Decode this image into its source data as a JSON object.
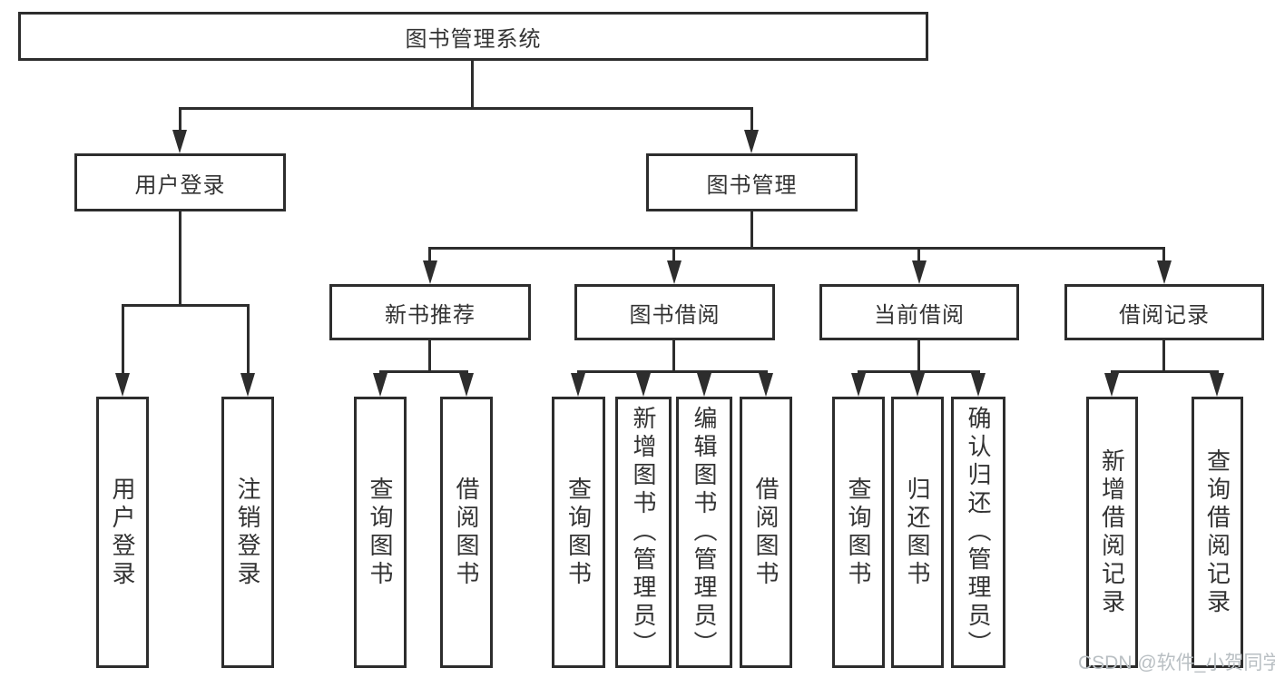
{
  "tree": {
    "root": {
      "label": "图书管理系统",
      "children": [
        {
          "label": "用户登录",
          "children": [
            {
              "label": "用户登录"
            },
            {
              "label": "注销登录"
            }
          ]
        },
        {
          "label": "图书管理",
          "children": [
            {
              "label": "新书推荐",
              "children": [
                {
                  "label": "查询图书"
                },
                {
                  "label": "借阅图书"
                }
              ]
            },
            {
              "label": "图书借阅",
              "children": [
                {
                  "label": "查询图书"
                },
                {
                  "label": "新增图书（管理员）"
                },
                {
                  "label": "编辑图书（管理员）"
                },
                {
                  "label": "借阅图书"
                }
              ]
            },
            {
              "label": "当前借阅",
              "children": [
                {
                  "label": "查询图书"
                },
                {
                  "label": "归还图书"
                },
                {
                  "label": "确认归还（管理员）"
                }
              ]
            },
            {
              "label": "借阅记录",
              "children": [
                {
                  "label": "新增借阅记录"
                },
                {
                  "label": "查询借阅记录"
                }
              ]
            }
          ]
        }
      ]
    }
  },
  "watermark": {
    "text": "CSDN @软件_小贺同学"
  },
  "colors": {
    "line": "#2d2d2d",
    "text": "#333333",
    "watermark": "#b9bfc3",
    "background": "#ffffff"
  }
}
